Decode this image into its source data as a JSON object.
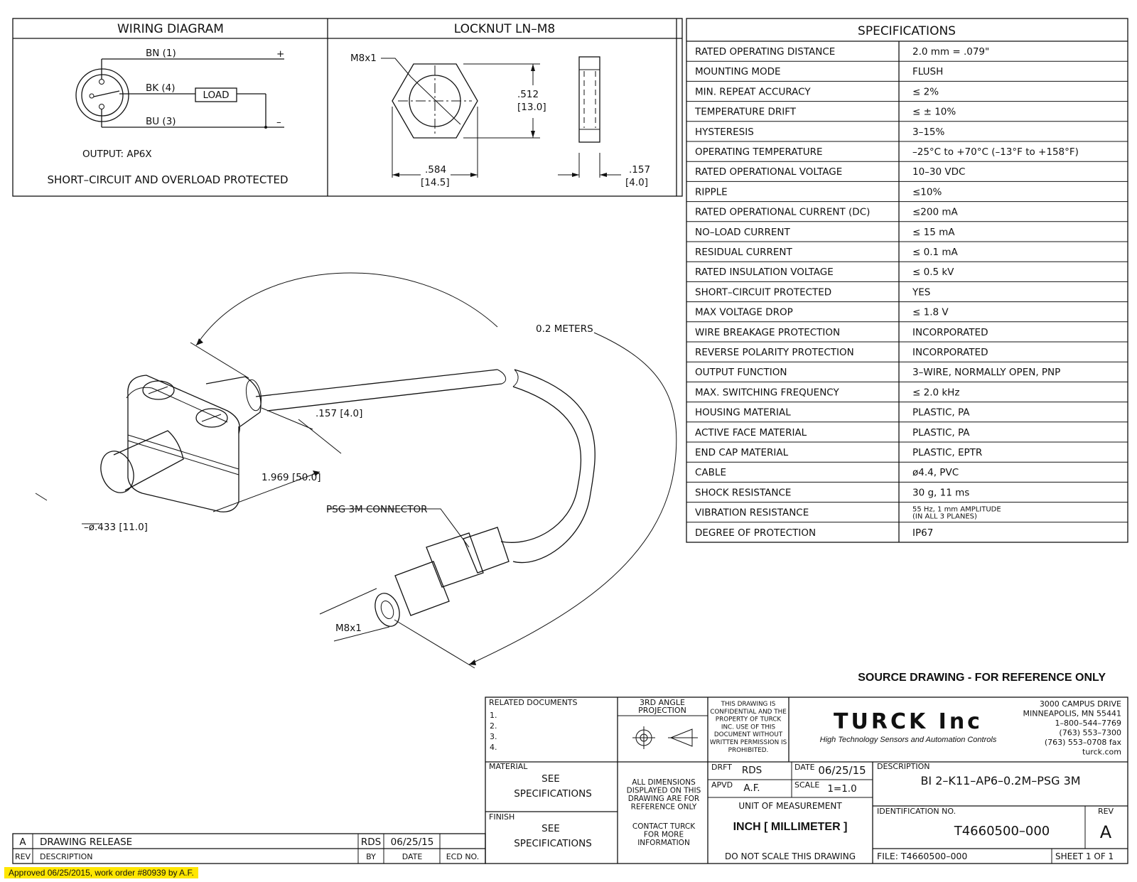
{
  "wiring": {
    "title": "WIRING DIAGRAM",
    "bn": "BN (1)",
    "bk": "BK (4)",
    "bu": "BU (3)",
    "plus": "+",
    "minus": "–",
    "load": "LOAD",
    "output": "OUTPUT: AP6X",
    "protected": "SHORT–CIRCUIT AND OVERLOAD PROTECTED"
  },
  "locknut": {
    "title": "LOCKNUT LN–M8",
    "thread": "M8x1",
    "h_in": ".512",
    "h_mm": "[13.0]",
    "w_in": ".584",
    "w_mm": "[14.5]",
    "t_in": ".157",
    "t_mm": "[4.0]"
  },
  "main_drawing": {
    "cable_length": "0.2 METERS",
    "dim_157": ".157 [4.0]",
    "dim_1969": "1.969 [50.0]",
    "dim_433": "–ø.433 [11.0]",
    "connector": "PSG 3M CONNECTOR",
    "thread": "M8x1"
  },
  "specifications": {
    "title": "SPECIFICATIONS",
    "rows": [
      {
        "label": "RATED OPERATING DISTANCE",
        "value": "2.0 mm = .079\""
      },
      {
        "label": "MOUNTING MODE",
        "value": "FLUSH"
      },
      {
        "label": "MIN. REPEAT ACCURACY",
        "value": "≤ 2%"
      },
      {
        "label": "TEMPERATURE DRIFT",
        "value": "≤ ± 10%"
      },
      {
        "label": "HYSTERESIS",
        "value": "3–15%"
      },
      {
        "label": "OPERATING TEMPERATURE",
        "value": "–25°C to +70°C (–13°F to +158°F)"
      },
      {
        "label": "RATED OPERATIONAL VOLTAGE",
        "value": "10–30 VDC"
      },
      {
        "label": "RIPPLE",
        "value": "≤10%"
      },
      {
        "label": "RATED OPERATIONAL CURRENT (DC)",
        "value": "≤200 mA"
      },
      {
        "label": "NO–LOAD CURRENT",
        "value": "≤ 15 mA"
      },
      {
        "label": "RESIDUAL CURRENT",
        "value": "≤ 0.1 mA"
      },
      {
        "label": "RATED INSULATION VOLTAGE",
        "value": "≤ 0.5 kV"
      },
      {
        "label": "SHORT–CIRCUIT PROTECTED",
        "value": "YES"
      },
      {
        "label": "MAX VOLTAGE DROP",
        "value": "≤ 1.8 V"
      },
      {
        "label": "WIRE BREAKAGE PROTECTION",
        "value": "INCORPORATED"
      },
      {
        "label": "REVERSE POLARITY PROTECTION",
        "value": "INCORPORATED"
      },
      {
        "label": "OUTPUT FUNCTION",
        "value": "3–WIRE, NORMALLY OPEN, PNP"
      },
      {
        "label": "MAX. SWITCHING FREQUENCY",
        "value": "≤ 2.0 kHz"
      },
      {
        "label": "HOUSING MATERIAL",
        "value": "PLASTIC, PA"
      },
      {
        "label": "ACTIVE FACE MATERIAL",
        "value": "PLASTIC, PA"
      },
      {
        "label": "END CAP MATERIAL",
        "value": "PLASTIC, EPTR"
      },
      {
        "label": "CABLE",
        "value": "ø4.4, PVC"
      },
      {
        "label": "SHOCK RESISTANCE",
        "value": "30 g, 11 ms"
      },
      {
        "label": "VIBRATION RESISTANCE",
        "value": "55 Hz, 1 mm AMPLITUDE",
        "value2": "(IN ALL 3 PLANES)"
      },
      {
        "label": "DEGREE OF PROTECTION",
        "value": "IP67"
      }
    ]
  },
  "source_note": "SOURCE DRAWING - FOR REFERENCE ONLY",
  "title_block": {
    "related_docs": "RELATED DOCUMENTS",
    "related_list": [
      "1.",
      "2.",
      "3.",
      "4."
    ],
    "projection": "3RD ANGLE PROJECTION",
    "projection_l1": "3RD ANGLE",
    "projection_l2": "PROJECTION",
    "confidential": [
      "THIS DRAWING IS",
      "CONFIDENTIAL AND THE",
      "PROPERTY OF TURCK",
      "INC. USE OF THIS",
      "DOCUMENT WITHOUT",
      "WRITTEN PERMISSION IS",
      "PROHIBITED."
    ],
    "company": "TURCK Inc",
    "tagline": "High Technology Sensors and Automation Controls",
    "address": [
      "3000 CAMPUS DRIVE",
      "MINNEAPOLIS, MN 55441",
      "1–800–544–7769",
      "(763) 553–7300",
      "(763) 553–0708 fax",
      "turck.com"
    ],
    "material_label": "MATERIAL",
    "material_l1": "SEE",
    "material_l2": "SPECIFICATIONS",
    "finish_label": "FINISH",
    "finish_l1": "SEE",
    "finish_l2": "SPECIFICATIONS",
    "dims_note": [
      "ALL DIMENSIONS",
      "DISPLAYED ON THIS",
      "DRAWING ARE FOR",
      "REFERENCE ONLY"
    ],
    "contact_note": [
      "CONTACT TURCK",
      "FOR MORE",
      "INFORMATION"
    ],
    "drft_label": "DRFT",
    "drft": "RDS",
    "apvd_label": "APVD",
    "apvd": "A.F.",
    "date_label": "DATE",
    "date": "06/25/15",
    "scale_label": "SCALE",
    "scale": "1=1.0",
    "unit_label": "UNIT OF MEASUREMENT",
    "unit": "INCH [ MILLIMETER ]",
    "no_scale": "DO NOT SCALE THIS DRAWING",
    "description_label": "DESCRIPTION",
    "description": "BI 2–K11–AP6–0.2M–PSG 3M",
    "id_label": "IDENTIFICATION NO.",
    "id": "T4660500–000",
    "rev_label": "REV",
    "rev": "A",
    "file": "FILE: T4660500–000",
    "sheet": "SHEET 1 OF 1"
  },
  "revision_block": {
    "rev": "A",
    "description": "DRAWING RELEASE",
    "by": "RDS",
    "date": "06/25/15",
    "h_rev": "REV",
    "h_description": "DESCRIPTION",
    "h_by": "BY",
    "h_date": "DATE",
    "h_ecd": "ECD NO."
  },
  "approval": "Approved 06/25/2015, work order #80939 by A.F."
}
